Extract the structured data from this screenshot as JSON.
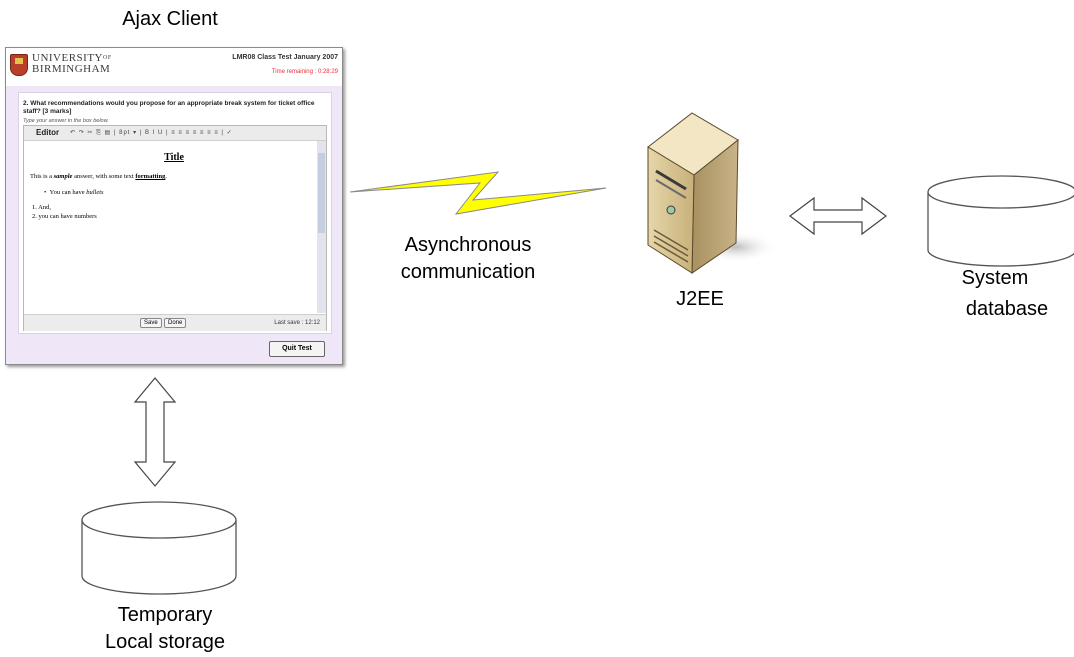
{
  "labels": {
    "ajax_client": "Ajax Client",
    "async_line1": "Asynchronous",
    "async_line2": "communication",
    "j2ee": "J2EE",
    "system_db_line1": "System",
    "system_db_line2": "database",
    "temp_line1": "Temporary",
    "temp_line2": "Local storage"
  },
  "client_screenshot": {
    "university_line1": "UNIVERSITY",
    "university_of": "OF",
    "university_line2": "BIRMINGHAM",
    "exam_title": "LMR08 Class Test January 2007",
    "time_remaining": "Time remaining : 0:28:29",
    "question": "2. What recommendations would you propose for an appropriate break system for ticket office staff? [3 marks]",
    "instruction": "Type your answer in the box below.",
    "editor_label": "Editor",
    "toolbar_icons": "↶ ↷ ✂ ⎘ ▤ | 8pt ▾ | B I U | ≡ ≡ ≡ ≡ ≡ ≡ ≡ | ✓",
    "doc_title": "Title",
    "doc_paragraph_pre": "This is a ",
    "doc_paragraph_italic_bold": "sample",
    "doc_paragraph_mid": " answer, with some text ",
    "doc_paragraph_bold": "formatting",
    "doc_paragraph_end": ".",
    "doc_bullet_pre": "You can have ",
    "doc_bullet_italic": "bullets",
    "doc_numbered_1": "1.  And,",
    "doc_numbered_2": "2.  you can have numbers",
    "save_button": "Save",
    "done_button": "Done",
    "last_save": "Last save : 12:12",
    "quit_button": "Quit Test"
  },
  "colors": {
    "lightning_fill": "#ffff00",
    "lightning_stroke": "#8a8a8a",
    "timer_red": "#e8313b",
    "band_lilac": "#efe7f7"
  }
}
